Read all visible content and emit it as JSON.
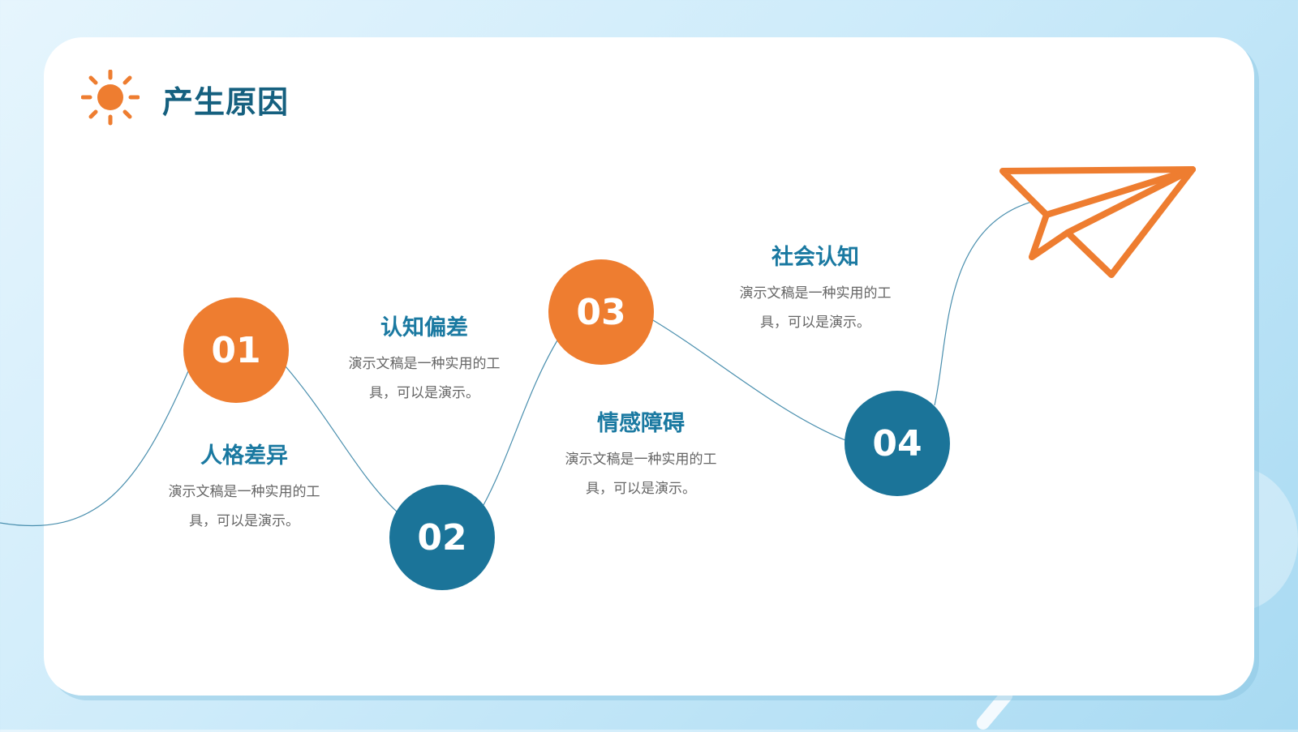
{
  "title": "产生原因",
  "icons": {
    "header": "sun-icon",
    "decoration": "paper-plane-icon"
  },
  "colors": {
    "accent_orange": "#ee7d30",
    "accent_blue": "#1b7499",
    "title": "#15607f",
    "item_title": "#1a79a1",
    "text": "#666666"
  },
  "steps": [
    {
      "number": "01",
      "title": "人格差异",
      "desc_line1": "演示文稿是一种实用的工",
      "desc_line2": "具，可以是演示。"
    },
    {
      "number": "02",
      "title": "认知偏差",
      "desc_line1": "演示文稿是一种实用的工",
      "desc_line2": "具，可以是演示。"
    },
    {
      "number": "03",
      "title": "情感障碍",
      "desc_line1": "演示文稿是一种实用的工",
      "desc_line2": "具，可以是演示。"
    },
    {
      "number": "04",
      "title": "社会认知",
      "desc_line1": "演示文稿是一种实用的工",
      "desc_line2": "具，可以是演示。"
    }
  ]
}
